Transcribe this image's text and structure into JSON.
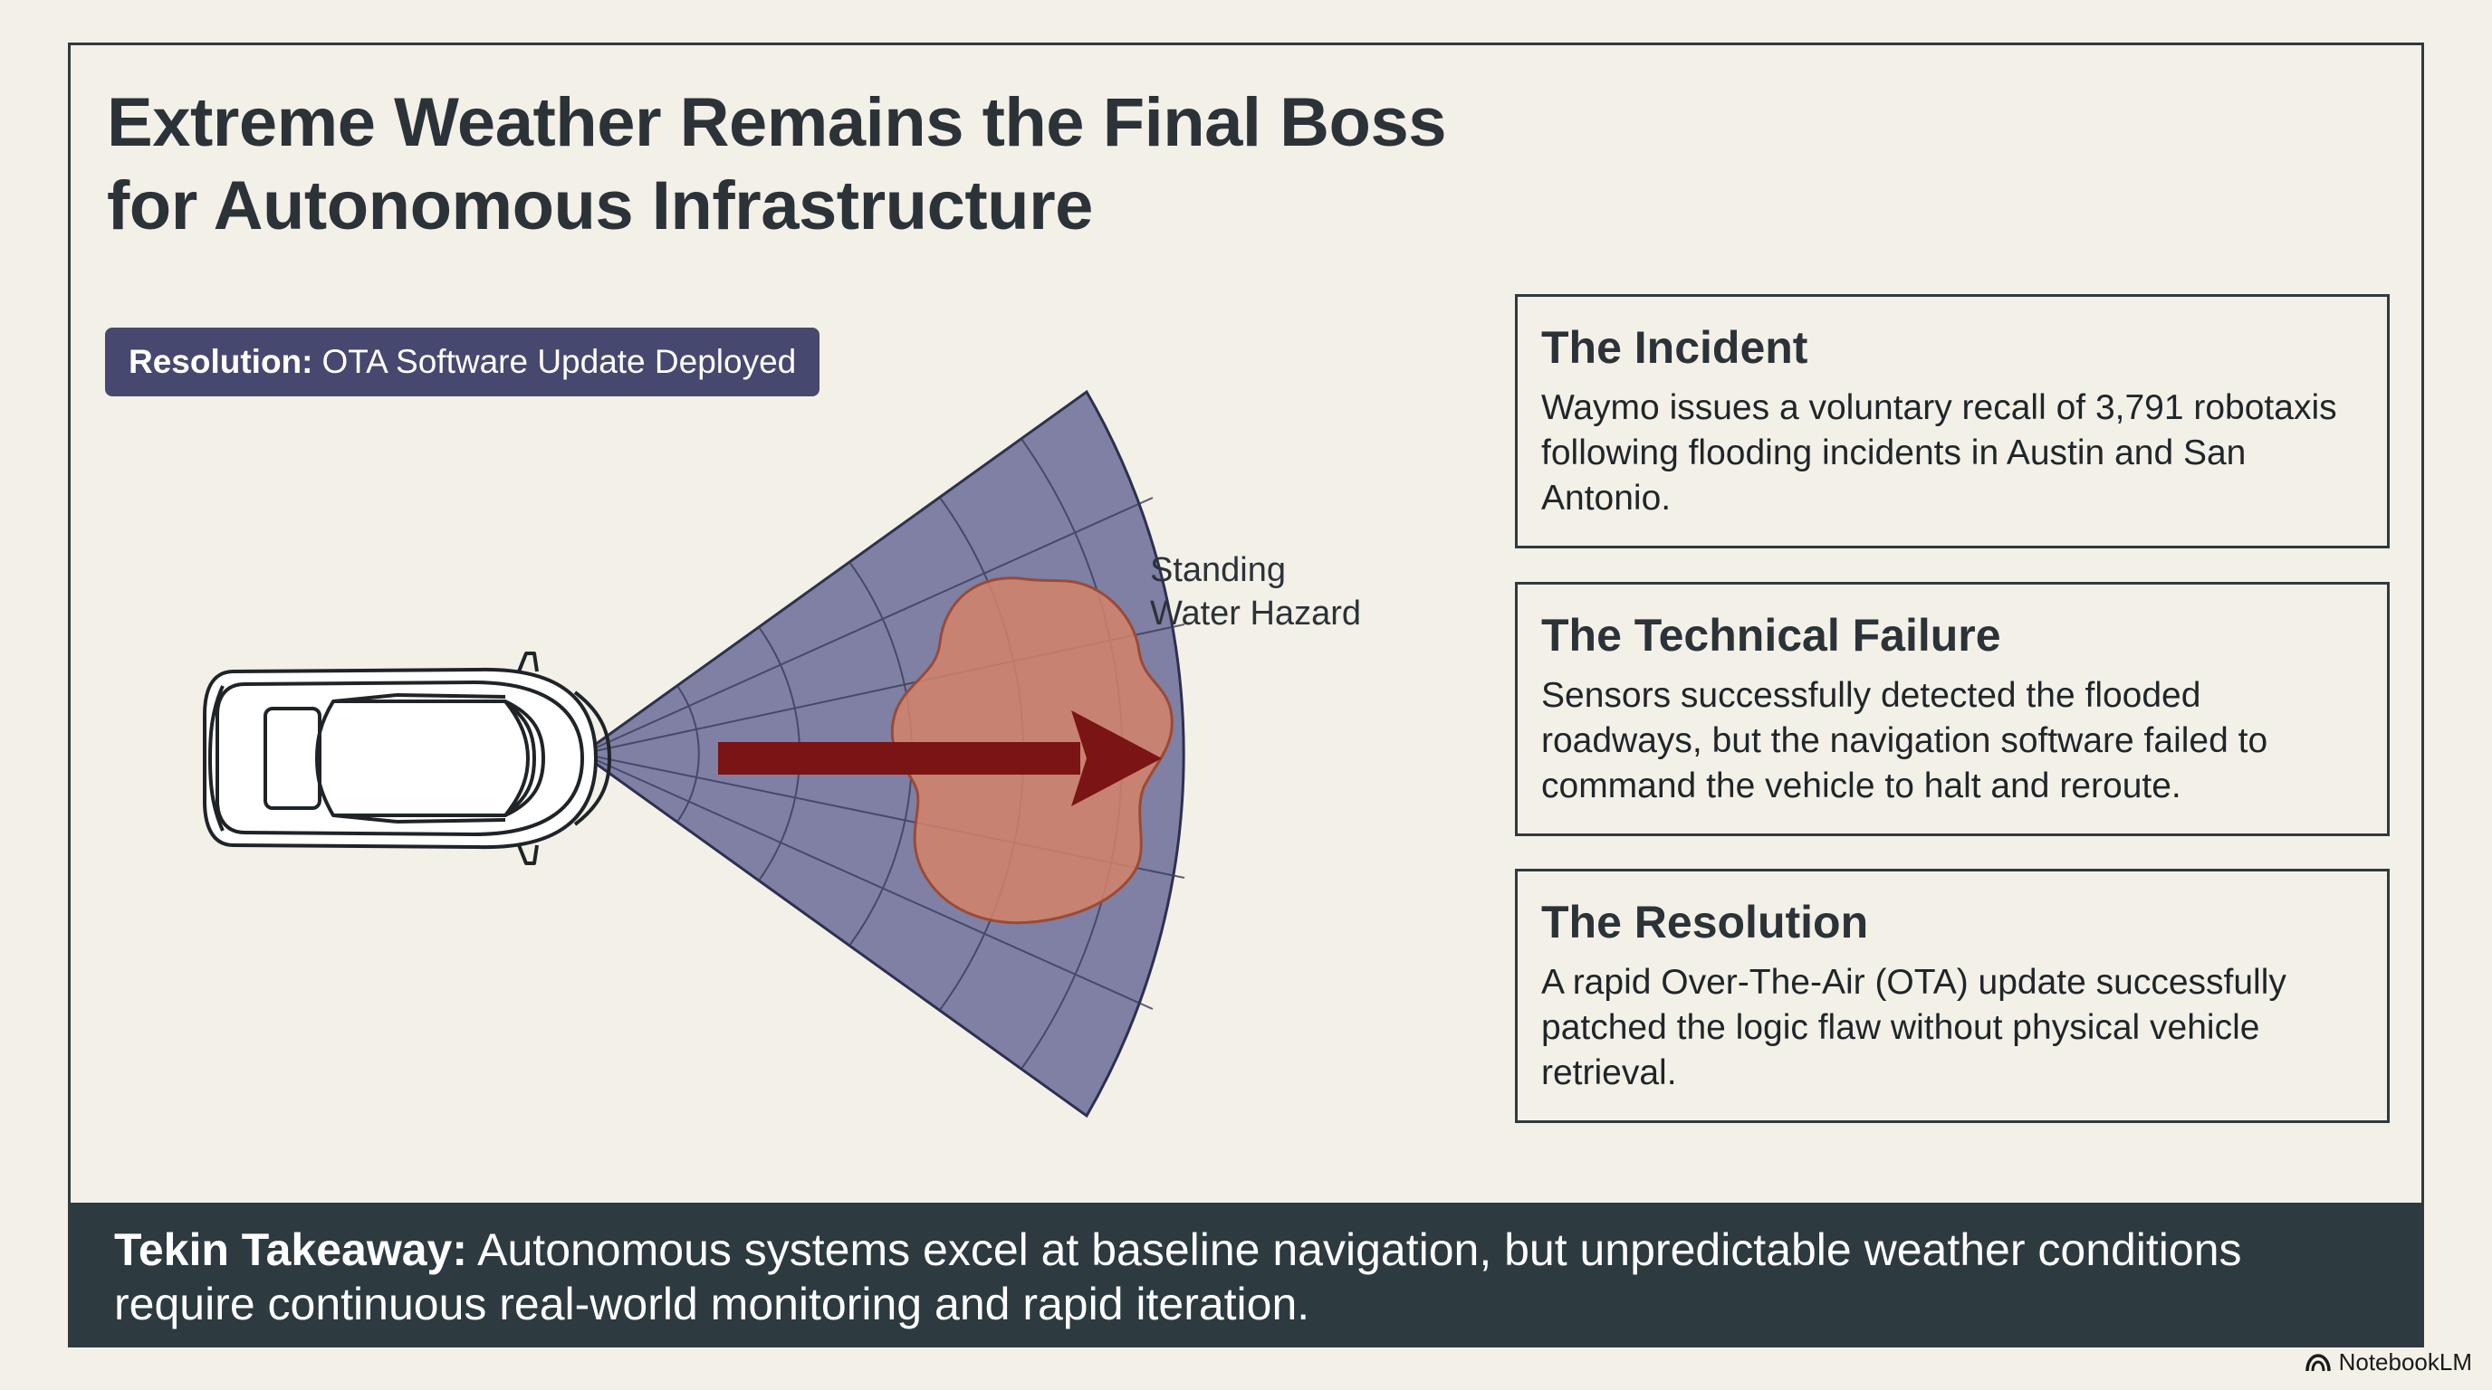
{
  "title": {
    "line1": "Extreme Weather Remains the Final Boss",
    "line2": "for Autonomous Infrastructure"
  },
  "badge": {
    "label": "Resolution:",
    "text": "OTA Software Update Deployed"
  },
  "diagram": {
    "hazard_label_line1": "Standing",
    "hazard_label_line2": "Water Hazard",
    "colors": {
      "sensor_cone": "#6e6f98",
      "water": "#d4826a",
      "arrow": "#7b1414",
      "car_stroke": "#1e2427"
    },
    "icons": [
      "car-icon",
      "sensor-cone",
      "water-puddle",
      "direction-arrow"
    ]
  },
  "cards": [
    {
      "title": "The Incident",
      "body": "Waymo issues a voluntary recall of 3,791 robotaxis following flooding incidents in Austin and San Antonio."
    },
    {
      "title": "The Technical Failure",
      "body": "Sensors successfully detected the flooded roadways, but the navigation software failed to command the vehicle to halt and reroute."
    },
    {
      "title": "The Resolution",
      "body": "A rapid Over-The-Air (OTA) update successfully patched the logic flaw without physical vehicle retrieval."
    }
  ],
  "takeaway": {
    "label": "Tekin Takeaway:",
    "text": "Autonomous systems excel at baseline navigation, but unpredictable weather conditions require continuous real-world monitoring and rapid iteration."
  },
  "brand": {
    "name": "NotebookLM",
    "icon": "notebooklm-logo-icon"
  }
}
